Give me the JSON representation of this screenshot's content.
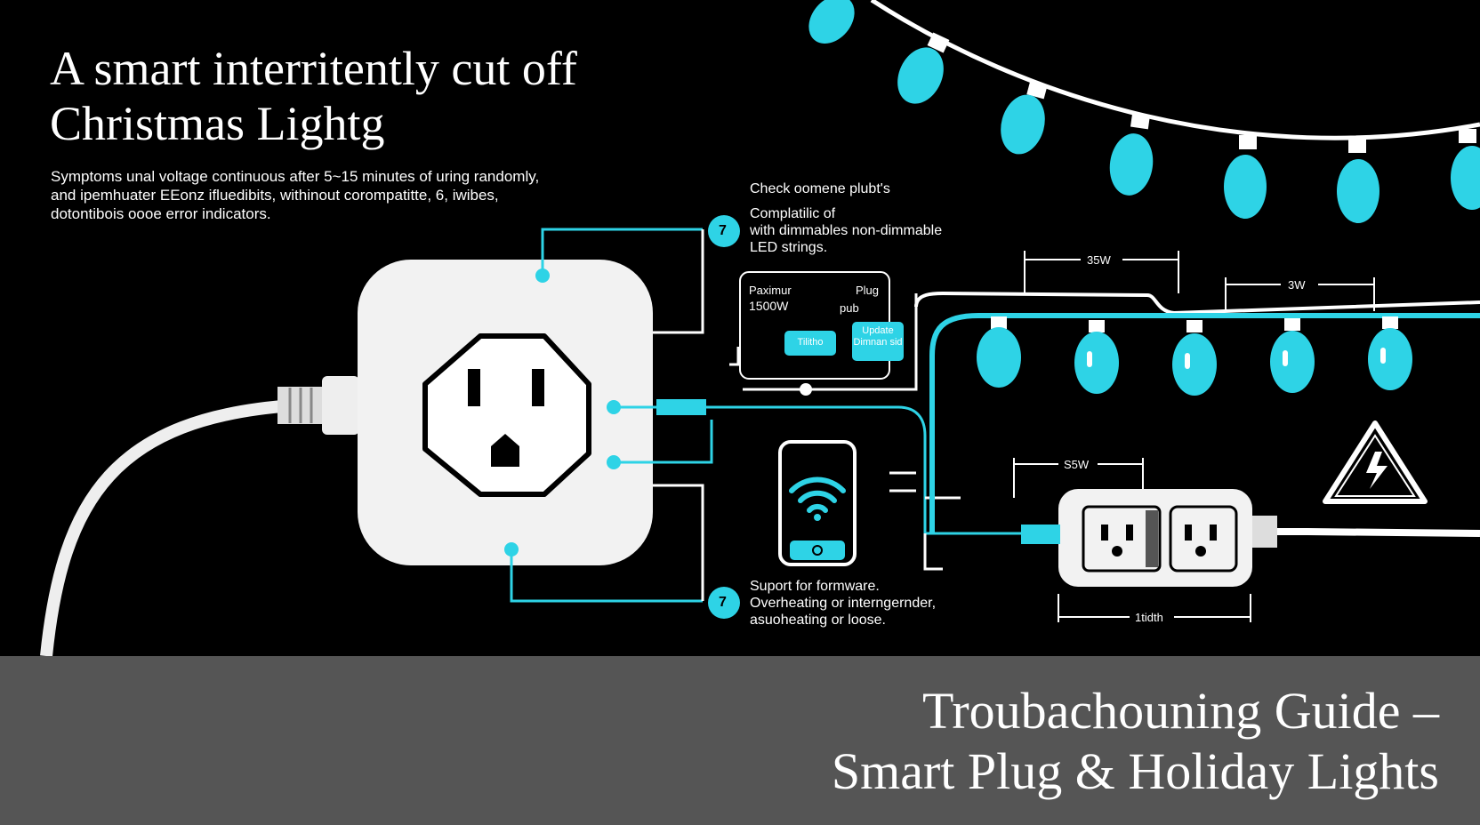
{
  "header": {
    "title_line1": "A smart interritently cut off",
    "title_line2": "Christmas Lightg"
  },
  "symptoms": {
    "line1": "Symptoms unal voltage continuous after 5~15 minutes of uring randomly,",
    "line2": "and ipemhuater EEonz ifluedibits, withinout corompatitte, 6, iwibes,",
    "line3": "dotontibois oooe error indicators."
  },
  "callouts": {
    "check": {
      "badge": "7",
      "line1": "Check oomene plubt's",
      "line2": "Complatilic of",
      "line3": "with dimmables non-dimmable",
      "line4": "LED strings."
    },
    "firmware": {
      "badge": "7",
      "line1": "Suport for formware.",
      "line2": "Overheating or interngernder,",
      "line3": "asuoheating or loose."
    }
  },
  "spec_box": {
    "label_max": "Paximur",
    "label_plug": "Plug",
    "label_watt": "1500W",
    "label_pub": "pub",
    "button_left": "Tilitho",
    "button_right": "Update Dimnan sid"
  },
  "dimensions": {
    "top_left": "35W",
    "top_right": "3W",
    "strip_top": "S5W",
    "strip_bottom": "1tidth"
  },
  "footer": {
    "line1": "Troubachouning Guide –",
    "line2": "Smart Plug & Holiday Lights"
  },
  "colors": {
    "accent": "#2ed3e6",
    "background": "#000000",
    "footer_bg": "#555555",
    "device": "#f2f2f2"
  },
  "icons": [
    "warning-icon",
    "wifi-icon",
    "outlet-icon",
    "smartphone-icon",
    "bulb-icon"
  ]
}
